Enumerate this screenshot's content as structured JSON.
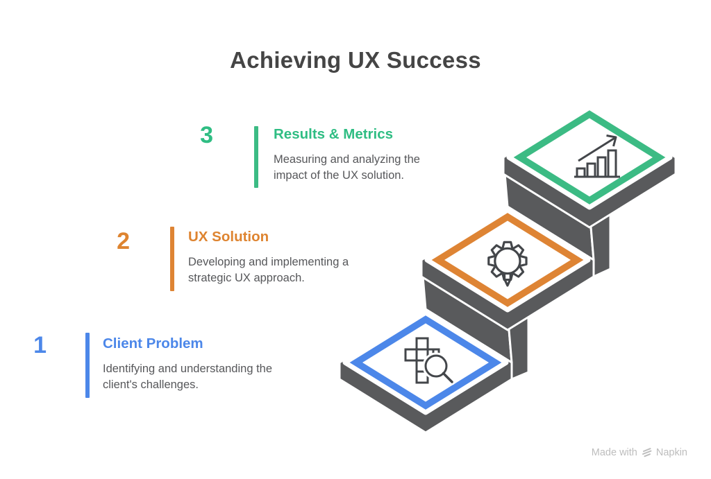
{
  "title": "Achieving UX Success",
  "steps": [
    {
      "number": "1",
      "heading": "Client Problem",
      "description": "Identifying and understanding the client's challenges.",
      "accent_color": "#4C87E9",
      "icon": "grid-search-icon"
    },
    {
      "number": "2",
      "heading": "UX Solution",
      "description": "Developing and implementing a strategic UX approach.",
      "accent_color": "#DE8434",
      "icon": "gear-lightbulb-icon"
    },
    {
      "number": "3",
      "heading": "Results & Metrics",
      "description": "Measuring and analyzing the impact of the UX solution.",
      "accent_color": "#3CBB84",
      "icon": "growth-chart-icon"
    }
  ],
  "stairs": {
    "structure_color": "#595A5C",
    "surface_color": "#FFFFFF",
    "icon_stroke_color": "#43464A"
  },
  "watermark": {
    "prefix": "Made with",
    "brand": "Napkin",
    "color": "#BDBDBD"
  }
}
